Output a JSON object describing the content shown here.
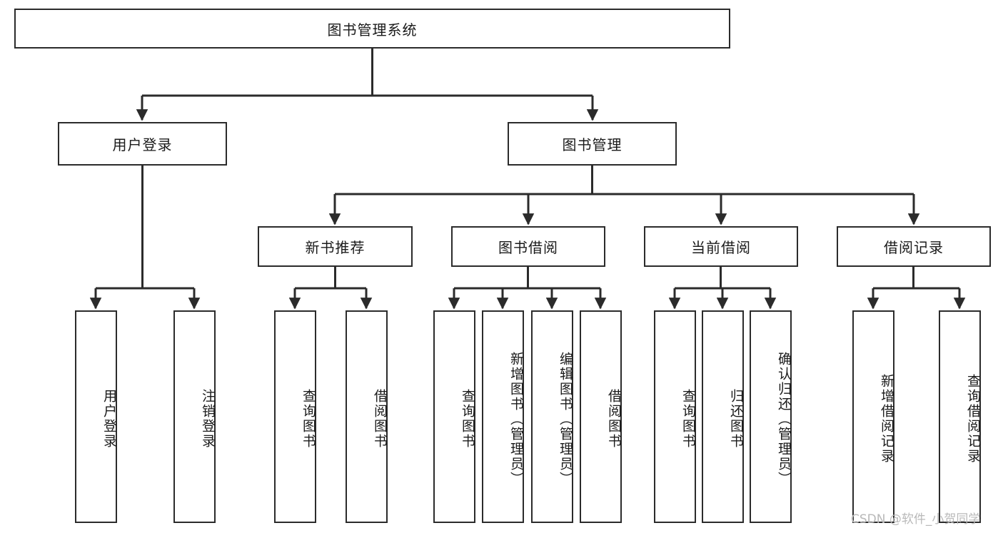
{
  "diagram": {
    "type": "tree-hierarchy-diagram",
    "root": {
      "id": "root",
      "label": "图书管理系统"
    },
    "level2": [
      {
        "id": "user-login",
        "label": "用户登录"
      },
      {
        "id": "book-management",
        "label": "图书管理"
      }
    ],
    "level3": [
      {
        "id": "new-book-recommend",
        "label": "新书推荐"
      },
      {
        "id": "book-borrow",
        "label": "图书借阅"
      },
      {
        "id": "current-borrow",
        "label": "当前借阅"
      },
      {
        "id": "borrow-record",
        "label": "借阅记录"
      }
    ],
    "leaves": {
      "user_login": [
        {
          "id": "leaf-user-login",
          "label": "用户登录"
        },
        {
          "id": "leaf-logout-login",
          "label": "注销登录"
        }
      ],
      "new_book_recommend": [
        {
          "id": "leaf-query-book-1",
          "label": "查询图书"
        },
        {
          "id": "leaf-borrow-book-1",
          "label": "借阅图书"
        }
      ],
      "book_borrow": [
        {
          "id": "leaf-query-book-2",
          "label": "查询图书"
        },
        {
          "id": "leaf-add-book",
          "label": "新增图书（管理员）"
        },
        {
          "id": "leaf-edit-book",
          "label": "编辑图书（管理员）"
        },
        {
          "id": "leaf-borrow-book-2",
          "label": "借阅图书"
        }
      ],
      "current_borrow": [
        {
          "id": "leaf-query-book-3",
          "label": "查询图书"
        },
        {
          "id": "leaf-return-book",
          "label": "归还图书"
        },
        {
          "id": "leaf-confirm-return",
          "label": "确认归还（管理员）"
        }
      ],
      "borrow_record": [
        {
          "id": "leaf-add-record",
          "label": "新增借阅记录"
        },
        {
          "id": "leaf-query-record",
          "label": "查询借阅记录"
        }
      ]
    },
    "watermark": "CSDN @软件_小贺同学",
    "colors": {
      "stroke": "#2b2b2b",
      "fill": "#ffffff",
      "text": "#1a1a1a",
      "watermark": "#b9b9b9"
    }
  }
}
